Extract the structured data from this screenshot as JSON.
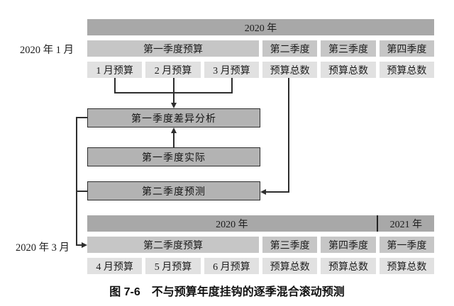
{
  "top": {
    "side_label": "2020 年 1 月",
    "year_row": [
      "2020 年"
    ],
    "quarter_row": [
      "第一季度预算",
      "第二季度",
      "第三季度",
      "第四季度"
    ],
    "month_row": [
      "1 月预算",
      "2 月预算",
      "3 月预算",
      "预算总数",
      "预算总数",
      "预算总数"
    ]
  },
  "boxes": {
    "variance": "第一季度差异分析",
    "actual": "第一季度实际",
    "forecast": "第二季度预测"
  },
  "bottom": {
    "side_label": "2020 年 3 月",
    "year_row": [
      "2020 年",
      "2021 年"
    ],
    "quarter_row": [
      "第二季度预算",
      "第三季度",
      "第四季度",
      "第一季度"
    ],
    "month_row": [
      "4 月预算",
      "5 月预算",
      "6 月预算",
      "预算总数",
      "预算总数",
      "预算总数"
    ]
  },
  "caption": "图 7-6　不与预算年度挂钩的逐季混合滚动预测",
  "colors": {
    "year_bar": "#a8a8a8",
    "quarter_cell": "#c6c6c6",
    "month_cell": "#e1e1e1",
    "flow_box_fill": "#b3b3b3",
    "line_and_border": "#2e2e2e",
    "text": "#1c1c1c"
  }
}
